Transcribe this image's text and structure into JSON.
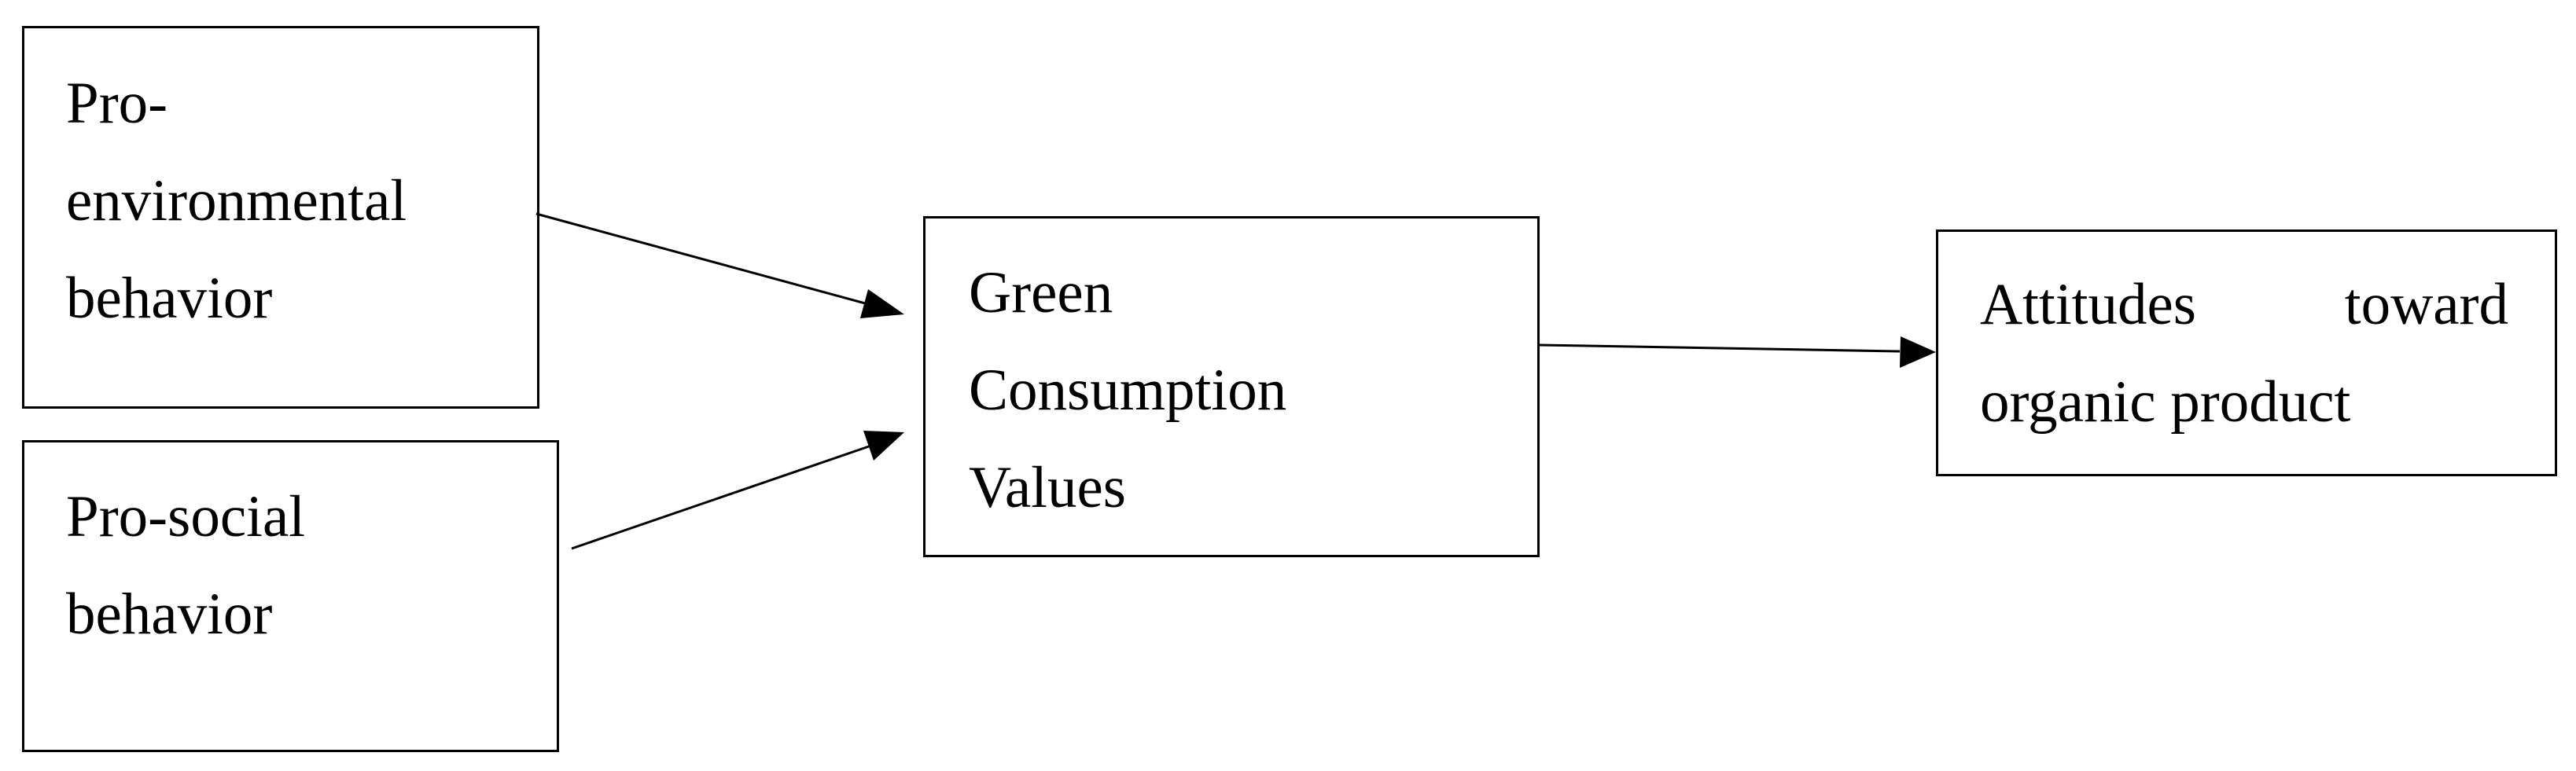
{
  "nodes": {
    "pro_environmental": {
      "lines": [
        "Pro-",
        "environmental",
        "behavior"
      ]
    },
    "pro_social": {
      "lines": [
        "Pro-social",
        "behavior"
      ]
    },
    "green_consumption": {
      "lines": [
        "Green",
        "Consumption",
        "Values"
      ]
    },
    "attitudes": {
      "line1_words": [
        "Attitudes",
        "toward"
      ],
      "line2": "organic product"
    }
  },
  "edges": [
    {
      "from": "pro_environmental",
      "to": "green_consumption"
    },
    {
      "from": "pro_social",
      "to": "green_consumption"
    },
    {
      "from": "green_consumption",
      "to": "attitudes"
    }
  ],
  "colors": {
    "stroke": "#000000",
    "background": "#ffffff"
  }
}
